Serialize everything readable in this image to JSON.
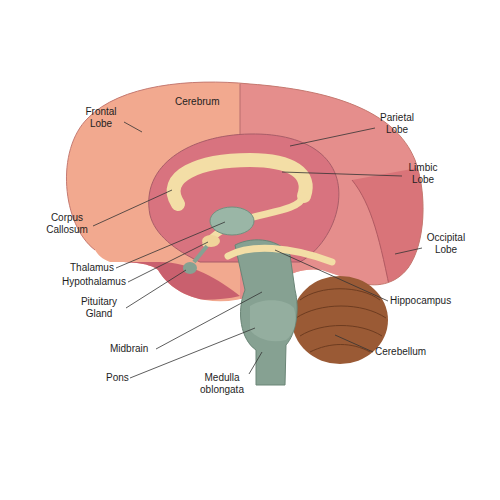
{
  "diagram": {
    "labels": [
      "Cerebrum",
      "Frontal Lobe",
      "Parietal Lobe",
      "Limbic Lobe",
      "Corpus Callosum",
      "Occipital Lobe",
      "Thalamus",
      "Hypothalamus",
      "Hippocampus",
      "Pituitary Gland",
      "Midbrain",
      "Pons",
      "Cerebellum",
      "Medulla oblongata"
    ]
  }
}
